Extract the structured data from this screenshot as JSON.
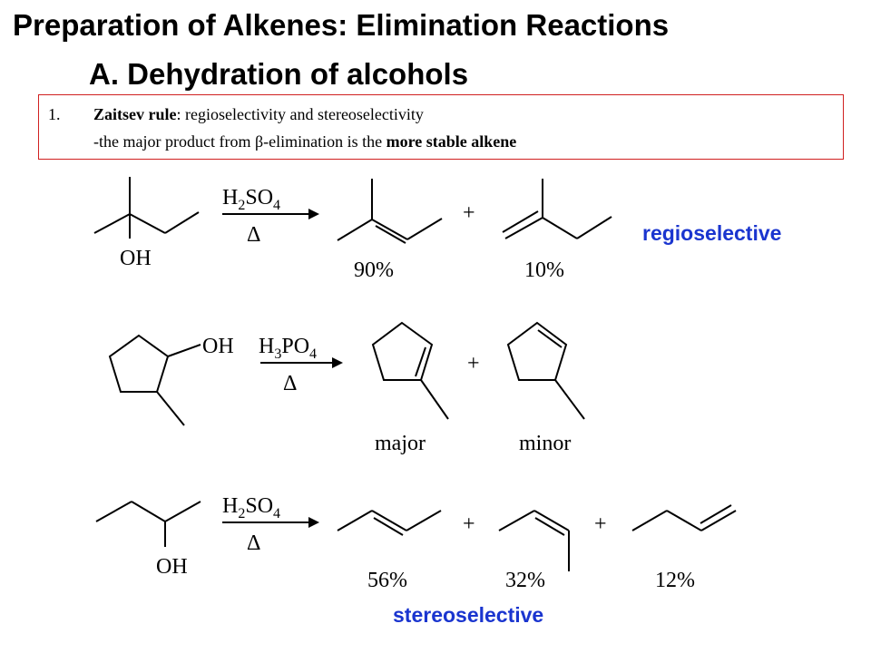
{
  "title": "Preparation of Alkenes: Elimination Reactions",
  "subtitle": "A. Dehydration of alcohols",
  "note": {
    "number": "1.",
    "rule_name": "Zaitsev rule",
    "rule_rest": ": regioselectivity and stereoselectivity",
    "line2_start": "-the major product from ",
    "beta": "β",
    "line2_mid": "-elimination is the ",
    "line2_bold": "more stable alkene"
  },
  "reactions": [
    {
      "reactant_group": "OH",
      "reagent": {
        "main": "H",
        "sub1": "2",
        "mid": "SO",
        "sub2": "4"
      },
      "condition": "Δ",
      "plus": [
        "+"
      ],
      "product_labels": [
        "90%",
        "10%"
      ],
      "note": "regioselective"
    },
    {
      "reactant_group": "OH",
      "reagent": {
        "main": "H",
        "sub1": "3",
        "mid": "PO",
        "sub2": "4"
      },
      "condition": "Δ",
      "plus": [
        "+"
      ],
      "product_labels": [
        "major",
        "minor"
      ]
    },
    {
      "reactant_group": "OH",
      "reagent": {
        "main": "H",
        "sub1": "2",
        "mid": "SO",
        "sub2": "4"
      },
      "condition": "Δ",
      "plus": [
        "+",
        "+"
      ],
      "product_labels": [
        "56%",
        "32%",
        "12%"
      ],
      "note": "stereoselective"
    }
  ]
}
